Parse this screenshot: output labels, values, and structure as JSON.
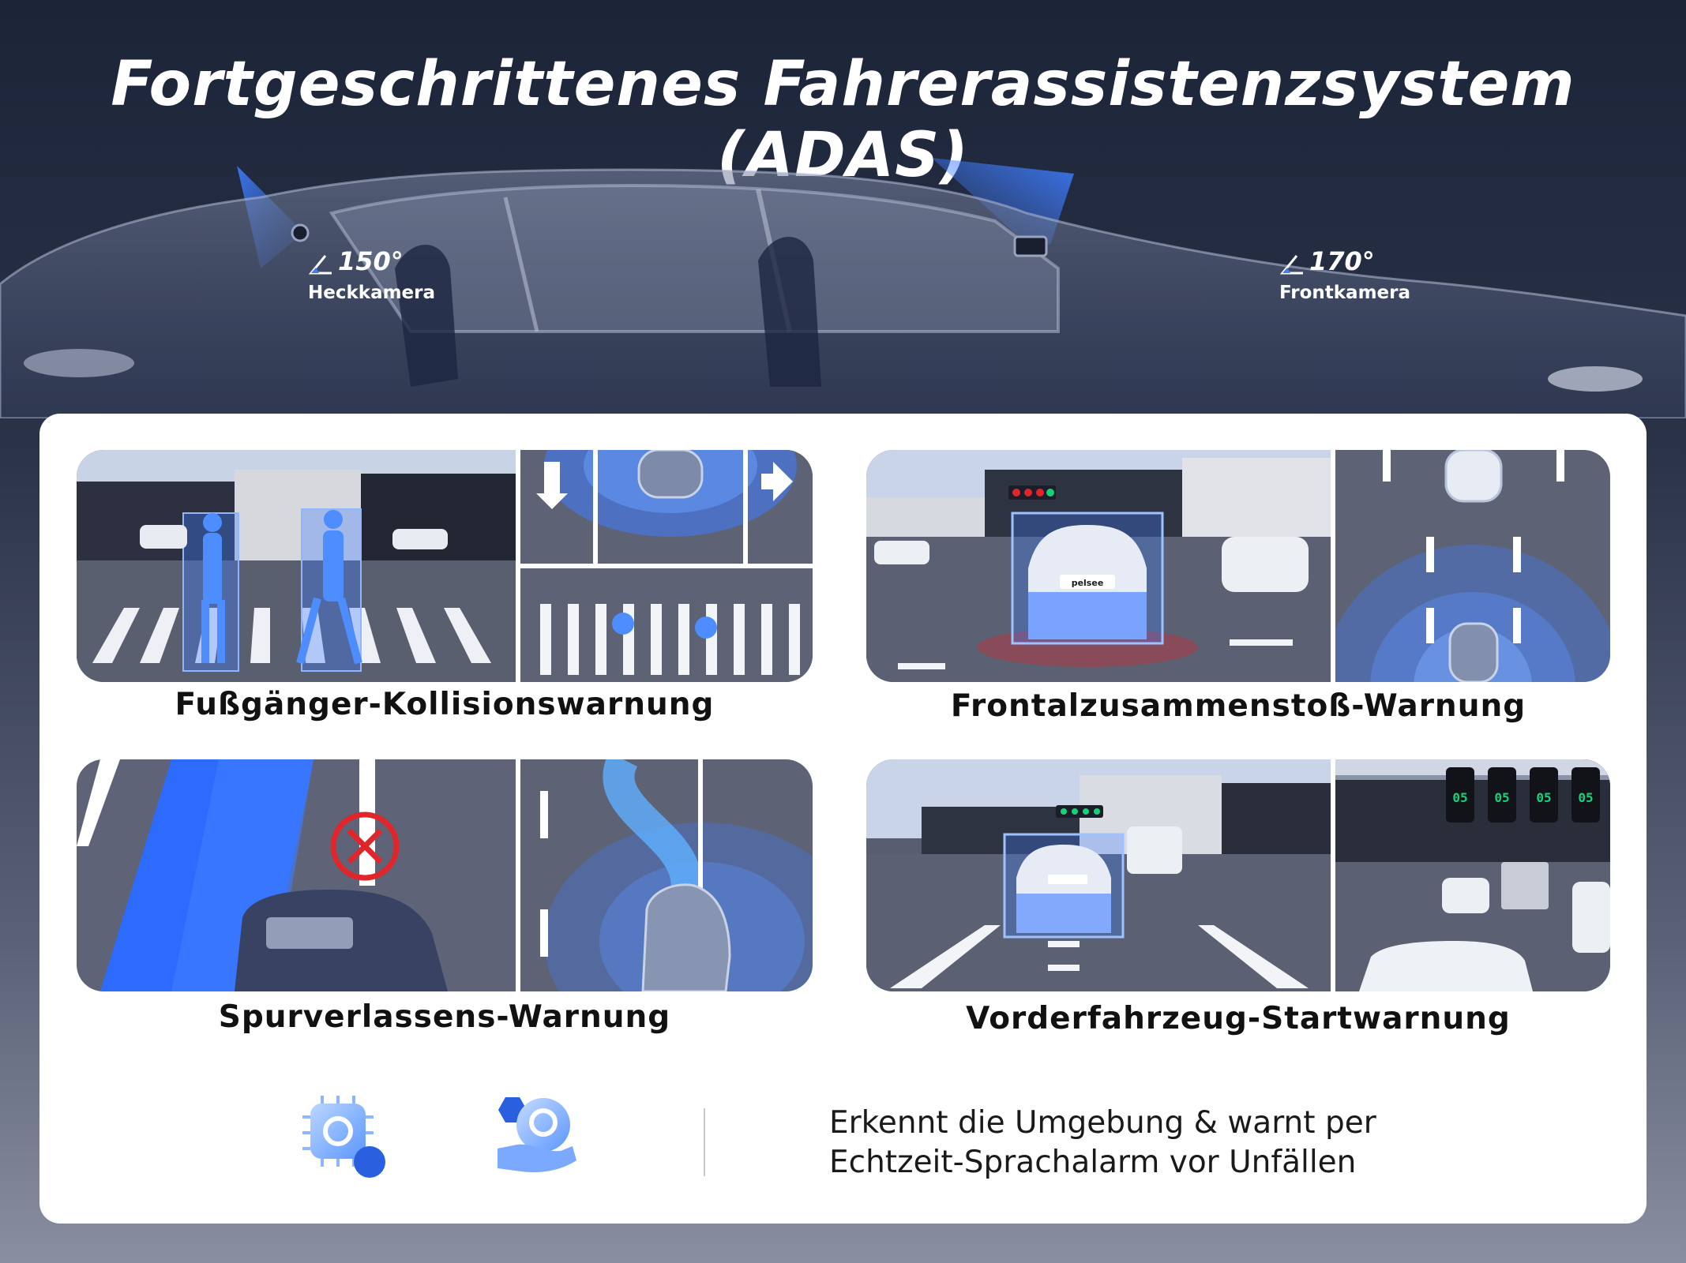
{
  "header": {
    "title": "Fortgeschrittenes Fahrerassistenzsystem (ADAS)"
  },
  "cameras": {
    "rear": {
      "angle": "150°",
      "label": "Heckkamera"
    },
    "front": {
      "angle": "170°",
      "label": "Frontkamera"
    }
  },
  "features": [
    {
      "caption": "Fußgänger-Kollisionswarnung"
    },
    {
      "caption": "Frontalzusammenstoß-Warnung"
    },
    {
      "caption": "Spurverlassens-Warnung"
    },
    {
      "caption": "Vorderfahrzeug-Startwarnung"
    }
  ],
  "scene_text": {
    "plate": "pelsee",
    "signal_count": "05"
  },
  "footer": {
    "line1": "Erkennt die Umgebung & warnt per",
    "line2": "Echtzeit-Sprachalarm vor Unfällen"
  },
  "colors": {
    "accent": "#2f6bff",
    "highlight": "#4aa3ff",
    "warning": "#e0262b",
    "signal": "#17d07a"
  }
}
